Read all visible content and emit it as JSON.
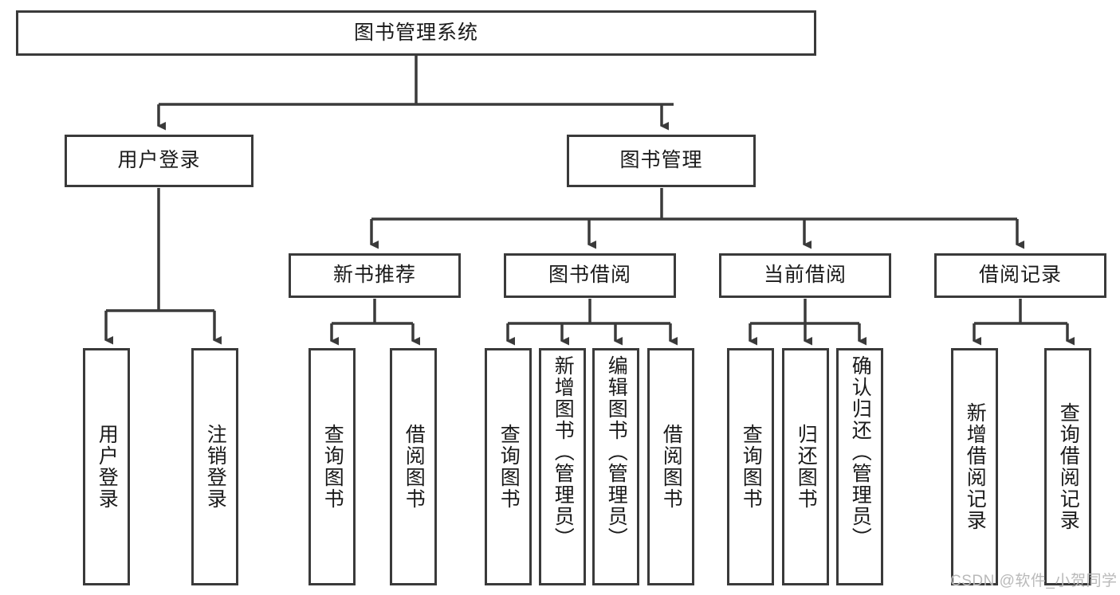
{
  "diagram": {
    "type": "hierarchy-tree",
    "title": "图书管理系统",
    "root": {
      "id": "root",
      "label": "图书管理系统"
    },
    "level1": [
      {
        "id": "user-login",
        "label": "用户登录"
      },
      {
        "id": "book-manage",
        "label": "图书管理"
      }
    ],
    "level2": [
      {
        "id": "new-book-recommend",
        "label": "新书推荐",
        "parent": "book-manage"
      },
      {
        "id": "book-borrow",
        "label": "图书借阅",
        "parent": "book-manage"
      },
      {
        "id": "current-borrow",
        "label": "当前借阅",
        "parent": "book-manage"
      },
      {
        "id": "borrow-record",
        "label": "借阅记录",
        "parent": "book-manage"
      }
    ],
    "leaves": [
      {
        "id": "leaf-user-login",
        "label": "用户登录",
        "parent": "user-login"
      },
      {
        "id": "leaf-user-logout",
        "label": "注销登录",
        "parent": "user-login"
      },
      {
        "id": "leaf-query-book-1",
        "label": "查询图书",
        "parent": "new-book-recommend"
      },
      {
        "id": "leaf-borrow-book-1",
        "label": "借阅图书",
        "parent": "new-book-recommend"
      },
      {
        "id": "leaf-query-book-2",
        "label": "查询图书",
        "parent": "book-borrow"
      },
      {
        "id": "leaf-add-book",
        "label": "新增图书（管理员）",
        "parent": "book-borrow"
      },
      {
        "id": "leaf-edit-book",
        "label": "编辑图书（管理员）",
        "parent": "book-borrow"
      },
      {
        "id": "leaf-borrow-book-2",
        "label": "借阅图书",
        "parent": "book-borrow"
      },
      {
        "id": "leaf-query-book-3",
        "label": "查询图书",
        "parent": "current-borrow"
      },
      {
        "id": "leaf-return-book",
        "label": "归还图书",
        "parent": "current-borrow"
      },
      {
        "id": "leaf-confirm-return",
        "label": "确认归还（管理员）",
        "parent": "current-borrow"
      },
      {
        "id": "leaf-add-record",
        "label": "新增借阅记录",
        "parent": "borrow-record"
      },
      {
        "id": "leaf-query-record",
        "label": "查询借阅记录",
        "parent": "borrow-record"
      }
    ],
    "colors": {
      "border": "#3a3a3a",
      "background": "#ffffff",
      "text": "#1a1a1a",
      "connector": "#3a3a3a",
      "watermark": "#b9b9b9"
    }
  },
  "watermark": {
    "text": "CSDN @软件_小贺同学"
  }
}
